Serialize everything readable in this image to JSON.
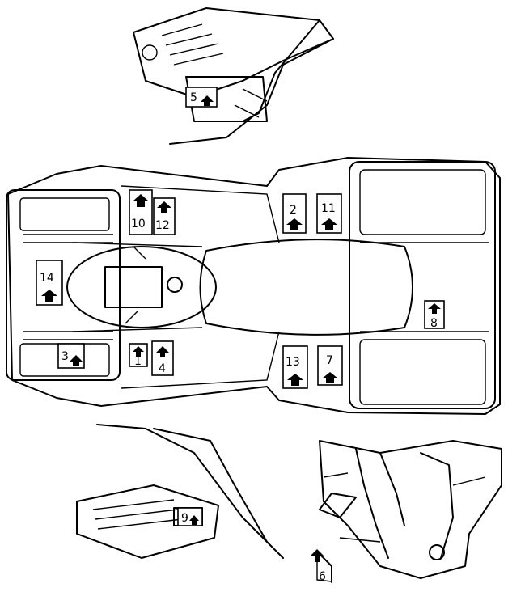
{
  "diagram": {
    "labels": [
      {
        "id": "l1",
        "text": "1"
      },
      {
        "id": "l2",
        "text": "2"
      },
      {
        "id": "l3",
        "text": "3"
      },
      {
        "id": "l4",
        "text": "4"
      },
      {
        "id": "l5",
        "text": "5"
      },
      {
        "id": "l6",
        "text": "6"
      },
      {
        "id": "l7",
        "text": "7"
      },
      {
        "id": "l8",
        "text": "8"
      },
      {
        "id": "l9",
        "text": "9"
      },
      {
        "id": "l10",
        "text": "10"
      },
      {
        "id": "l11",
        "text": "11"
      },
      {
        "id": "l12",
        "text": "12"
      },
      {
        "id": "l13",
        "text": "13"
      },
      {
        "id": "l14",
        "text": "14"
      }
    ]
  }
}
